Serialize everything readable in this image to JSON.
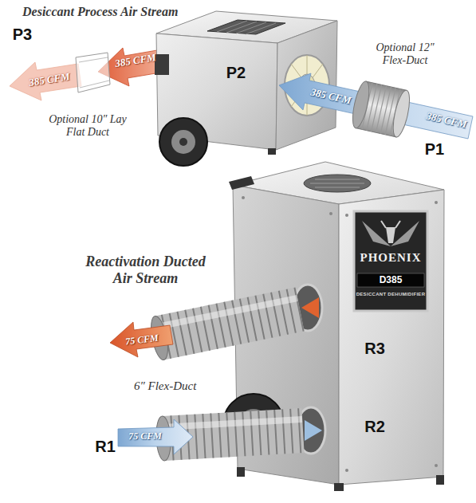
{
  "diagram": {
    "nodes": [
      {
        "text": [
          "P2"
        ]
      },
      {
        "text": [
          "R3",
          "R2"
        ]
      },
      {
        "text": [
          "PHOENIX",
          "D385",
          "DESICCANT DEHUMIDIFIER"
        ],
        "in": 1
      }
    ],
    "labels": [
      "Desiccant Process Air Stream",
      "P3",
      "385 CFM",
      "385 CFM",
      "Optional 10″ Lay Flat Duct",
      "Optional 12″ Flex-Duct",
      "385 CFM",
      "385 CFM",
      "P1",
      "Reactivation Ducted Air Stream",
      "75 CFM",
      "6″ Flex-Duct",
      "75 CFM",
      "R1"
    ]
  }
}
